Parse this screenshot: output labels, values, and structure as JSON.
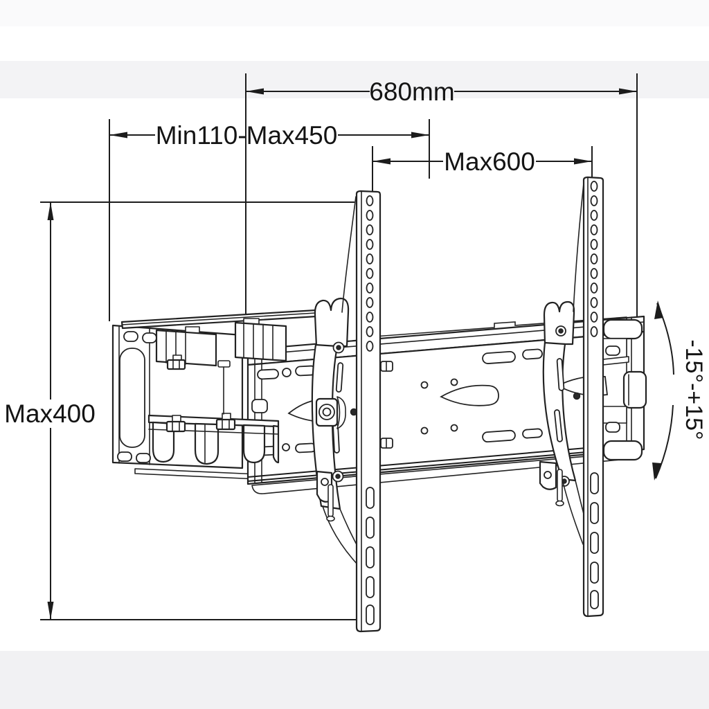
{
  "diagram": {
    "type": "technical-line-drawing",
    "subject": "articulating tilting TV wall mount bracket, three-quarter view",
    "annotations": {
      "total_width": "680mm",
      "arm_extension": "Min110-Max450",
      "max_vesa_width": "Max600",
      "max_vesa_height": "Max400",
      "tilt_range": "-15°-+15°"
    },
    "colors": {
      "line": "#1c1c1c",
      "background": "#ffffff",
      "shade_band": "#f3f3f5"
    }
  }
}
